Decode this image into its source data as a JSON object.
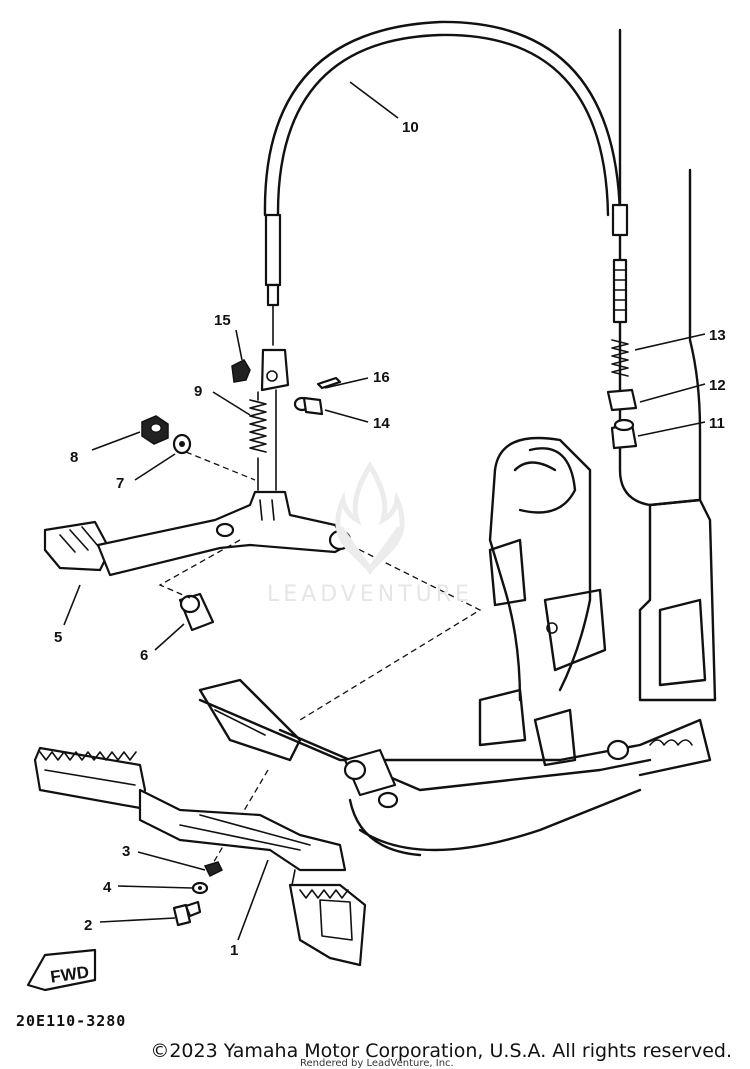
{
  "diagram": {
    "diagram_code": "20E110-3280",
    "fwd_mark": "FWD",
    "callouts": [
      {
        "id": "1",
        "label": "1"
      },
      {
        "id": "2",
        "label": "2"
      },
      {
        "id": "3",
        "label": "3"
      },
      {
        "id": "4",
        "label": "4"
      },
      {
        "id": "5",
        "label": "5"
      },
      {
        "id": "6",
        "label": "6"
      },
      {
        "id": "7",
        "label": "7"
      },
      {
        "id": "8",
        "label": "8"
      },
      {
        "id": "9",
        "label": "9"
      },
      {
        "id": "10",
        "label": "10"
      },
      {
        "id": "11",
        "label": "11"
      },
      {
        "id": "12",
        "label": "12"
      },
      {
        "id": "13",
        "label": "13"
      },
      {
        "id": "14",
        "label": "14"
      },
      {
        "id": "15",
        "label": "15"
      },
      {
        "id": "16",
        "label": "16"
      }
    ]
  },
  "watermark": {
    "text": "LEADVENTURE",
    "logo_icon": "leadventure-flame-logo"
  },
  "footer": {
    "copyright": "©2023 Yamaha Motor Corporation, U.S.A. All rights reserved.",
    "rendered_by": "Rendered by LeadVenture, Inc."
  }
}
